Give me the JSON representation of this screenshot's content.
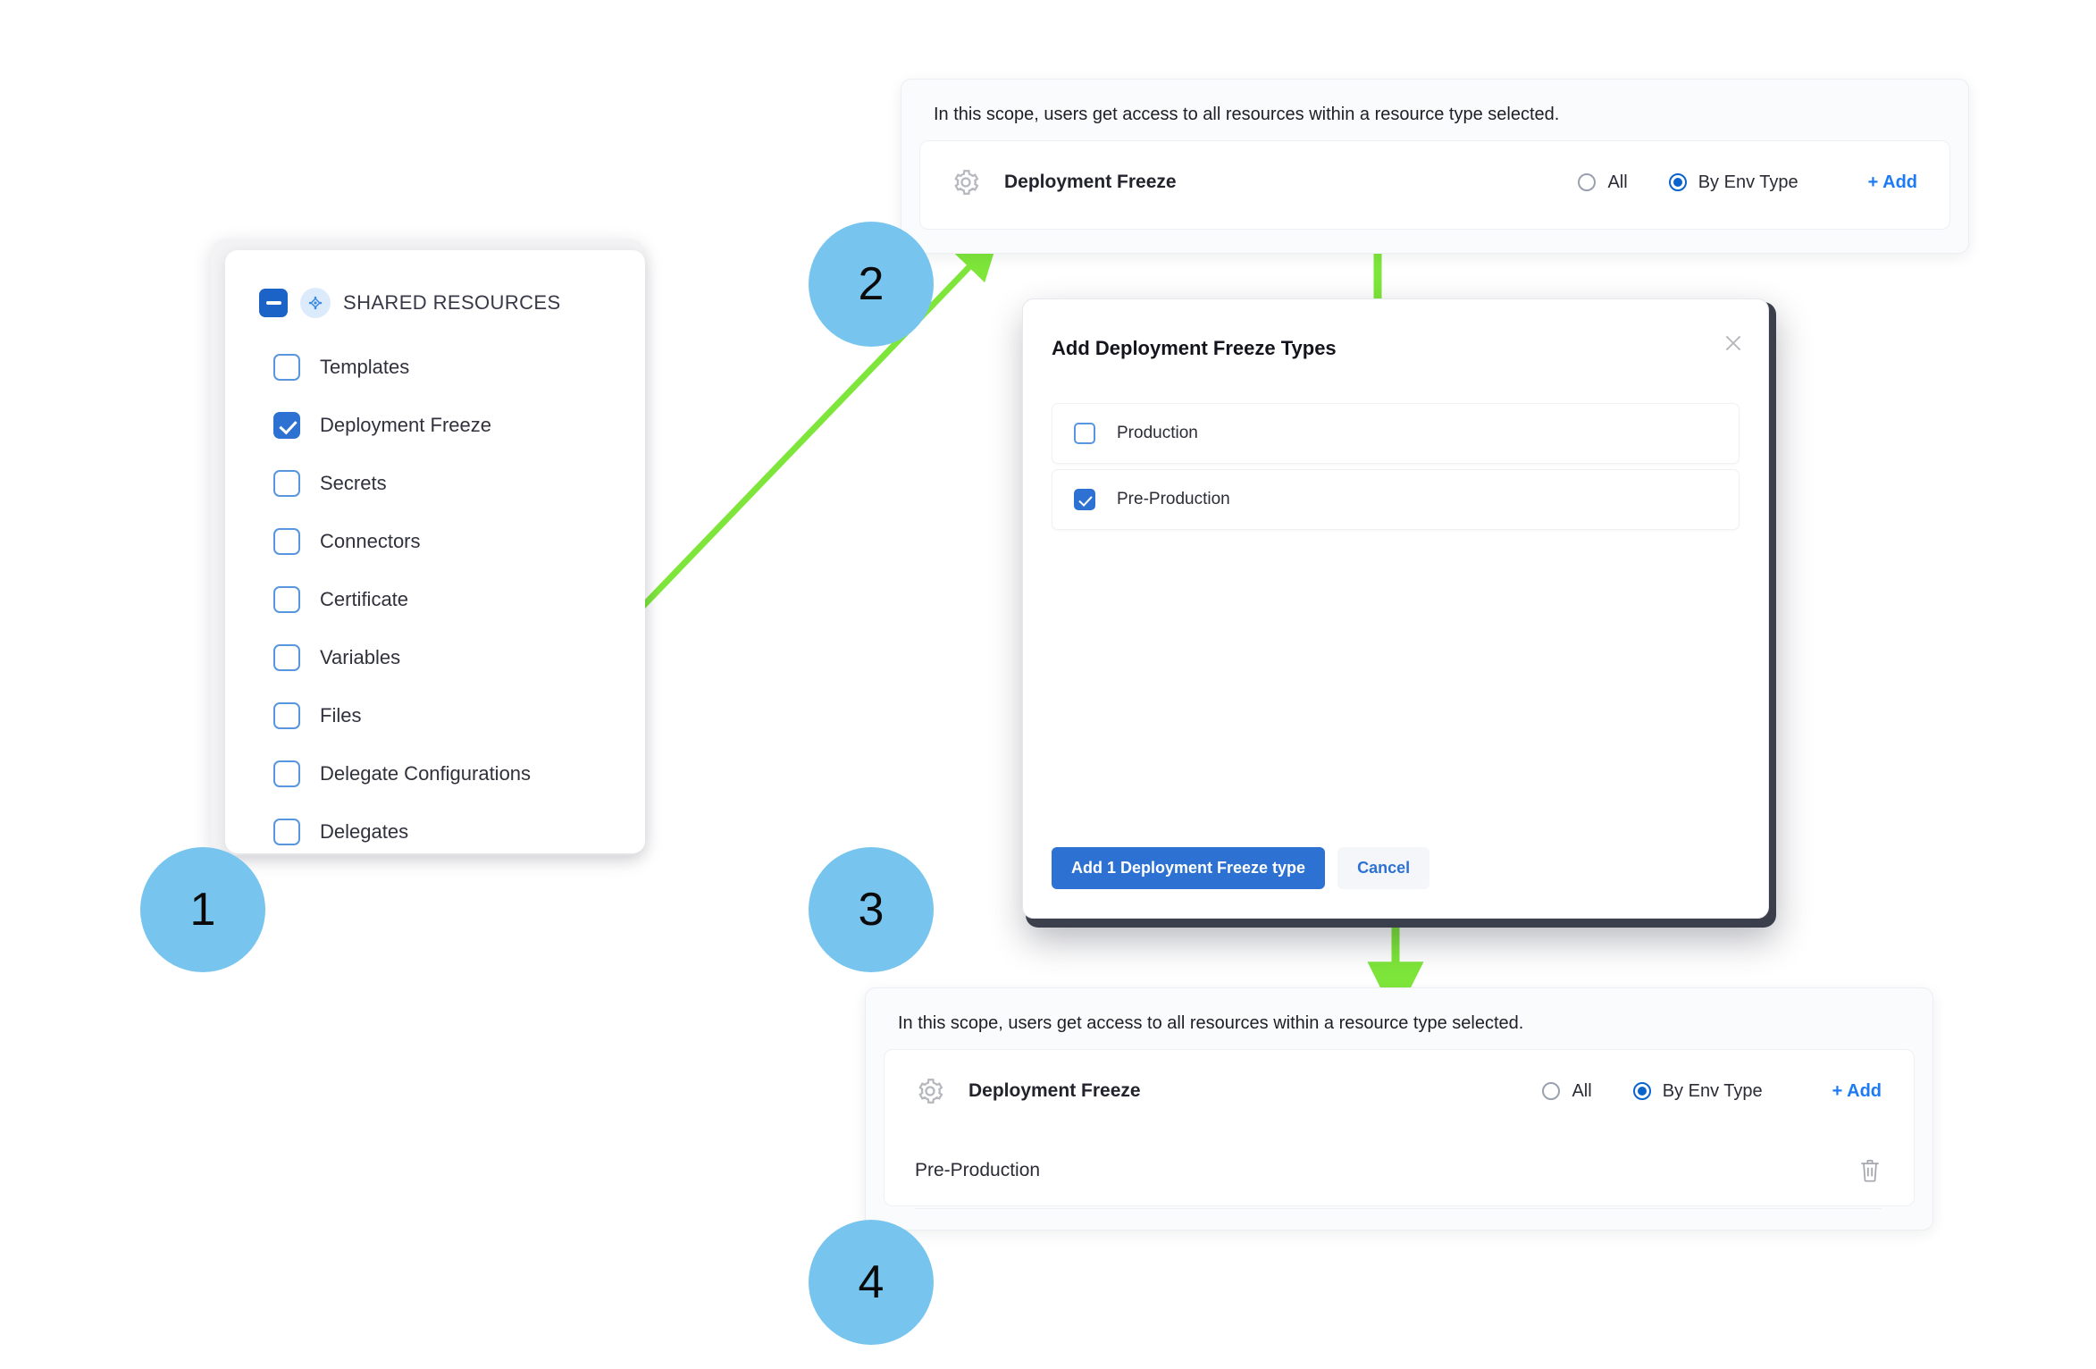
{
  "accent": {
    "blue": "#2d72d2",
    "link_blue": "#1d7af5",
    "step_circle": "#77c5ee",
    "arrow_green": "#7ee63a",
    "checkbox_border": "#5996e0"
  },
  "steps": [
    {
      "number": "1"
    },
    {
      "number": "2"
    },
    {
      "number": "3"
    },
    {
      "number": "4"
    }
  ],
  "shared_resources": {
    "header": {
      "title": "SHARED RESOURCES",
      "collapse_icon": "minus-icon",
      "resource_icon": "resource-node-icon"
    },
    "items": [
      {
        "label": "Templates",
        "checked": false
      },
      {
        "label": "Deployment Freeze",
        "checked": true
      },
      {
        "label": "Secrets",
        "checked": false
      },
      {
        "label": "Connectors",
        "checked": false
      },
      {
        "label": "Certificate",
        "checked": false
      },
      {
        "label": "Variables",
        "checked": false
      },
      {
        "label": "Files",
        "checked": false
      },
      {
        "label": "Delegate Configurations",
        "checked": false
      },
      {
        "label": "Delegates",
        "checked": false
      }
    ]
  },
  "scope_panel_top": {
    "note": "In this scope, users get access to all resources within a resource type selected.",
    "resource_name": "Deployment Freeze",
    "resource_icon": "gear-icon",
    "options": [
      {
        "label": "All",
        "selected": false
      },
      {
        "label": "By Env Type",
        "selected": true
      }
    ],
    "add_label": "+ Add"
  },
  "modal": {
    "title": "Add Deployment Freeze Types",
    "close_icon": "close-icon",
    "rows": [
      {
        "label": "Production",
        "checked": false
      },
      {
        "label": "Pre-Production",
        "checked": true
      }
    ],
    "primary_button": "Add 1 Deployment Freeze type",
    "cancel_button": "Cancel"
  },
  "scope_panel_bottom": {
    "note": "In this scope, users get access to all resources within a resource type selected.",
    "resource_name": "Deployment Freeze",
    "resource_icon": "gear-icon",
    "options": [
      {
        "label": "All",
        "selected": false
      },
      {
        "label": "By Env Type",
        "selected": true
      }
    ],
    "add_label": "+ Add",
    "selected_chips": [
      {
        "label": "Pre-Production",
        "delete_icon": "trash-icon"
      }
    ]
  }
}
